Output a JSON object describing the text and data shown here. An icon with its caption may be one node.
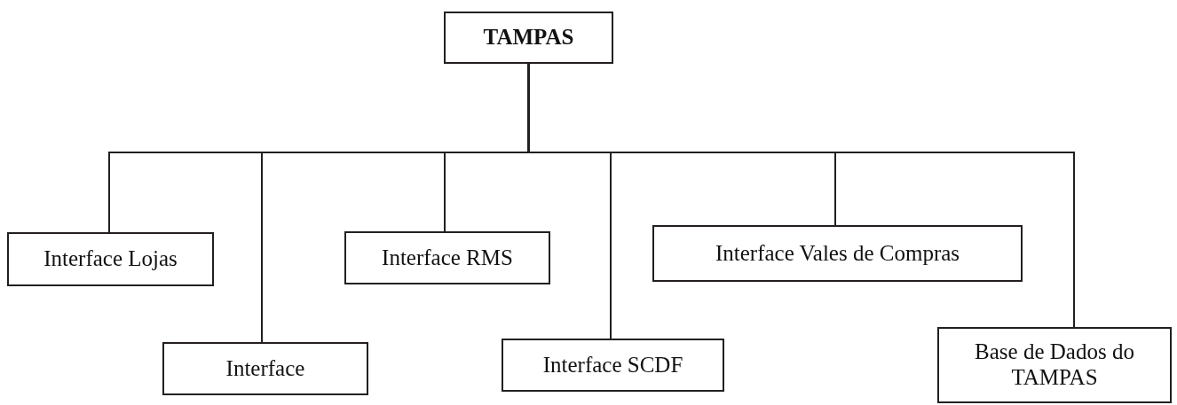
{
  "diagram": {
    "nodes": [
      {
        "text": [
          "TAMPAS"
        ]
      },
      {
        "text": [
          "Interface Lojas"
        ]
      },
      {
        "text": [
          "Interface"
        ]
      },
      {
        "text": [
          "Interface RMS"
        ]
      },
      {
        "text": [
          "Interface SCDF"
        ]
      },
      {
        "text": [
          "Interface Vales de Compras"
        ]
      },
      {
        "text": [
          "Base de Dados do TAMPAS"
        ]
      }
    ],
    "edges": [
      {
        "from": 0,
        "to": 1,
        "arrow": "none"
      },
      {
        "from": 0,
        "to": 2,
        "arrow": "none"
      },
      {
        "from": 0,
        "to": 3,
        "arrow": "none"
      },
      {
        "from": 0,
        "to": 4,
        "arrow": "none"
      },
      {
        "from": 0,
        "to": 5,
        "arrow": "none"
      },
      {
        "from": 0,
        "to": 6,
        "arrow": "none"
      }
    ]
  }
}
